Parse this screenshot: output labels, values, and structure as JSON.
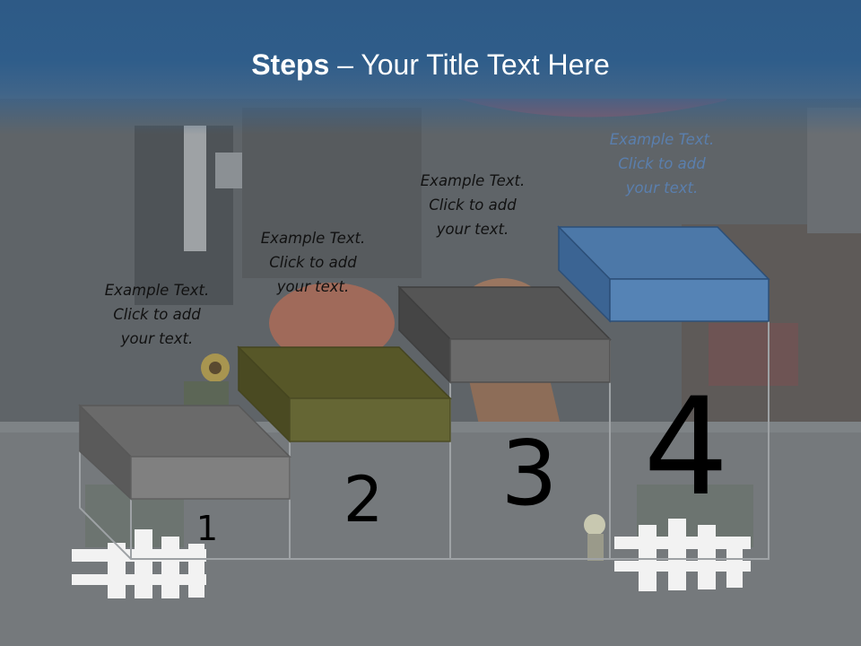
{
  "slide": {
    "title_bold": "Steps",
    "title_rest": " – Your Title Text Here"
  },
  "steps": [
    {
      "number": "1",
      "text": "Example Text.\nClick  to add\nyour text.",
      "color": "#808080"
    },
    {
      "number": "2",
      "text": "Example Text.\nClick  to add\nyour text.",
      "color": "#656634"
    },
    {
      "number": "3",
      "text": "Example Text.\nClick  to add\nyour text.",
      "color": "#6a6a6a"
    },
    {
      "number": "4",
      "text": "Example Text.\nClick  to add\nyour text.",
      "color": "#4f7db0"
    }
  ],
  "colors": {
    "header": "#2f5d8a",
    "note_highlight": "#5a7fae"
  }
}
